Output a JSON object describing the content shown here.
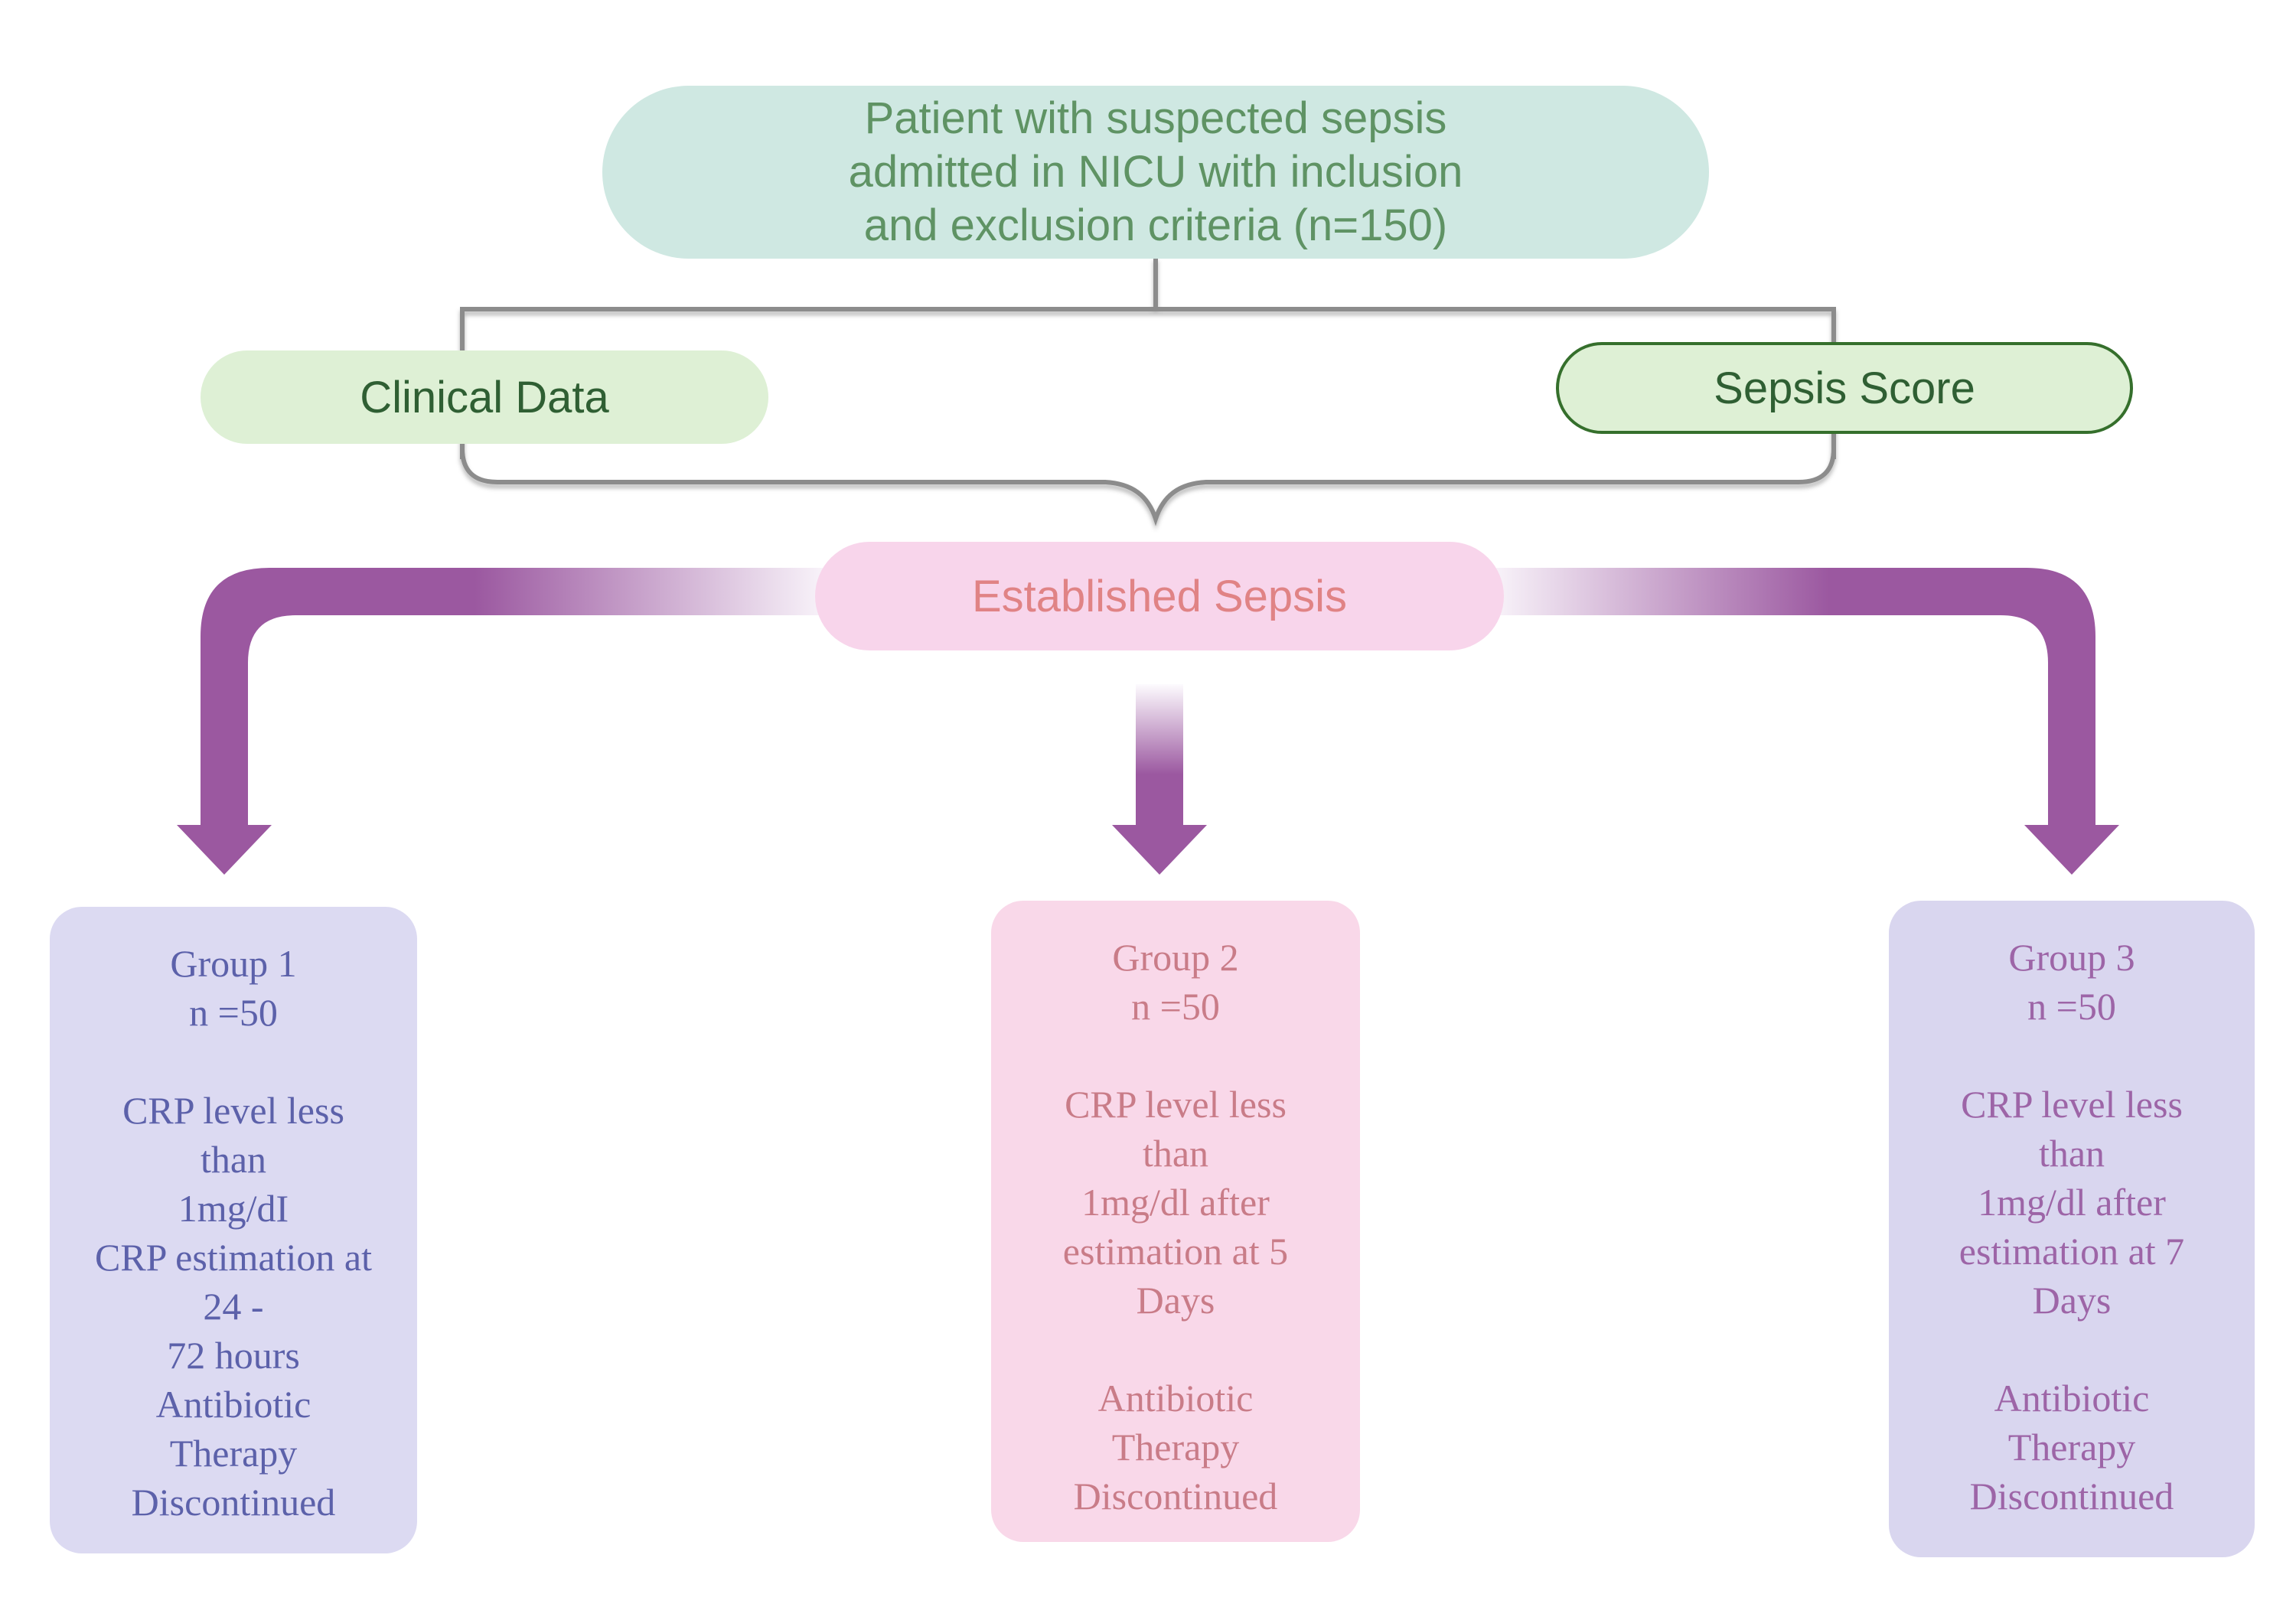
{
  "top_box": {
    "lines": [
      "Patient with suspected sepsis",
      "admitted in NICU with inclusion",
      "and exclusion criteria (n=150)"
    ]
  },
  "branch_left": {
    "label": "Clinical Data"
  },
  "branch_right": {
    "label": "Sepsis Score"
  },
  "merge": {
    "label": "Established Sepsis"
  },
  "groups": [
    {
      "lines": [
        "Group 1",
        "n =50",
        "",
        "CRP level less",
        "than",
        "1mg/dI",
        "CRP estimation at",
        "24 -",
        "72 hours",
        "Antibiotic",
        "Therapy",
        "Discontinued"
      ]
    },
    {
      "lines": [
        "Group 2",
        "n =50",
        "",
        "CRP level less",
        "than",
        "1mg/dl after",
        "estimation at 5",
        "Days",
        "",
        "Antibiotic",
        "Therapy",
        "Discontinued"
      ]
    },
    {
      "lines": [
        "Group 3",
        "n =50",
        "",
        "CRP level less",
        "than",
        "1mg/dl after",
        "estimation at 7",
        "Days",
        "",
        "Antibiotic",
        "Therapy",
        "Discontinued"
      ]
    }
  ],
  "colors": {
    "bg": "#ffffff",
    "teal": "#cfe8e2",
    "green_mid": "#5f9364",
    "pill_green": "#def0d5",
    "green_dark": "#2f5f33",
    "green_border": "#356f2c",
    "pink": "#f8d5eb",
    "salmon": "#e08385",
    "pink2": "#f9d8e9",
    "lav1": "#dcdaf2",
    "lav3": "#d9d6ef",
    "g1text": "#5c61aa",
    "g2text": "#c97c88",
    "g3text": "#9d65a7",
    "arrow_purple": "#9b58a0",
    "arrow_fade": "#fdfbfe",
    "connector_gray": "#8c8c8c"
  }
}
